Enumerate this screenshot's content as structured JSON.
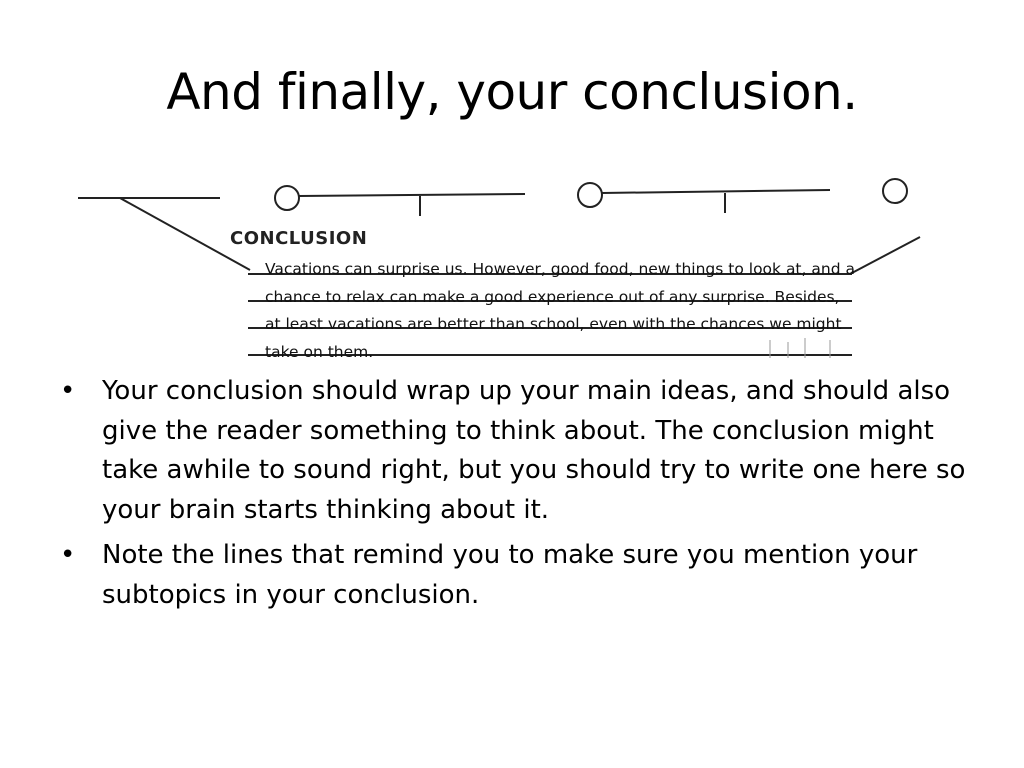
{
  "slide": {
    "title": "And finally, your conclusion.",
    "diagram": {
      "label": "CONCLUSION",
      "text": "Vacations can surprise us. However, good food, new things to look at, and a chance to relax can make a good experience out of any surprise. Besides, at least vacations are better than school, even with the chances we might take on them."
    },
    "bullets": [
      {
        "symbol": "•",
        "text": "Your conclusion should wrap up your main ideas, and should also give the reader something to think about. The conclusion might take awhile to sound right, but you should try to write one here so your brain starts thinking about it."
      },
      {
        "symbol": "•",
        "text": "Note the lines that remind you to make sure you mention your subtopics in your conclusion."
      }
    ]
  }
}
